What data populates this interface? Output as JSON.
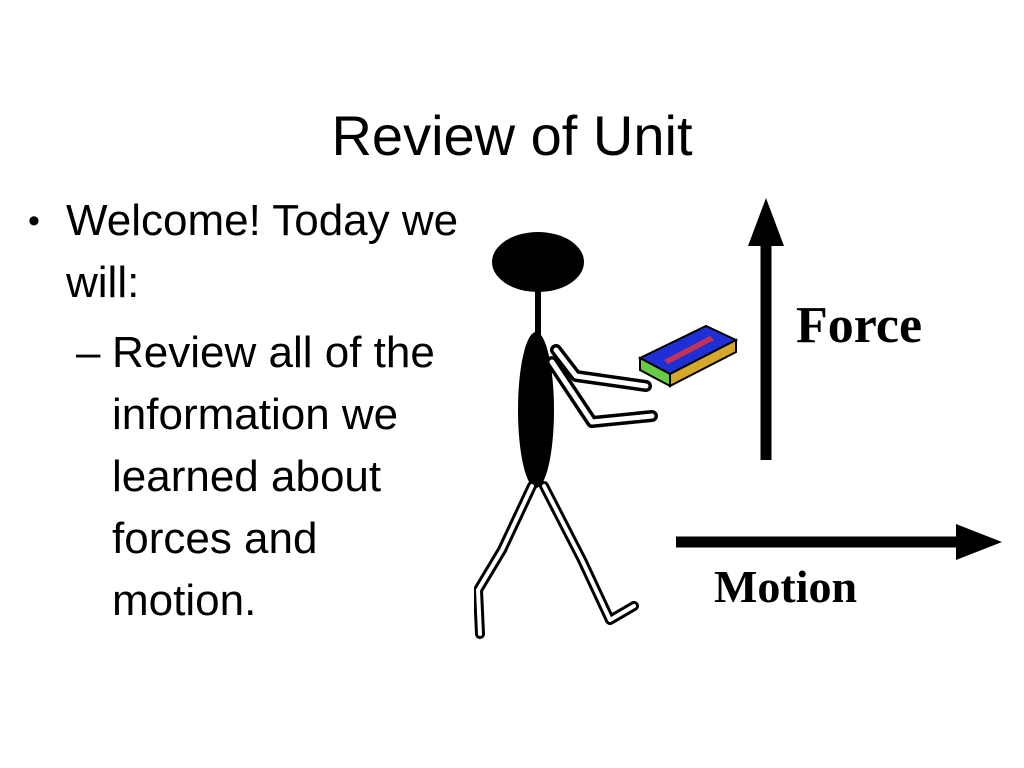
{
  "slide": {
    "title": "Review of Unit"
  },
  "content": {
    "bullet": {
      "marker": "•",
      "text": "Welcome!  Today we will:"
    },
    "sub_bullet": {
      "marker": "–",
      "text": "Review all of the information we learned about forces and motion."
    }
  },
  "illustration": {
    "force_label": "Force",
    "motion_label": "Motion",
    "book_color": "#1f2fd6",
    "ink_color": "#000000"
  }
}
